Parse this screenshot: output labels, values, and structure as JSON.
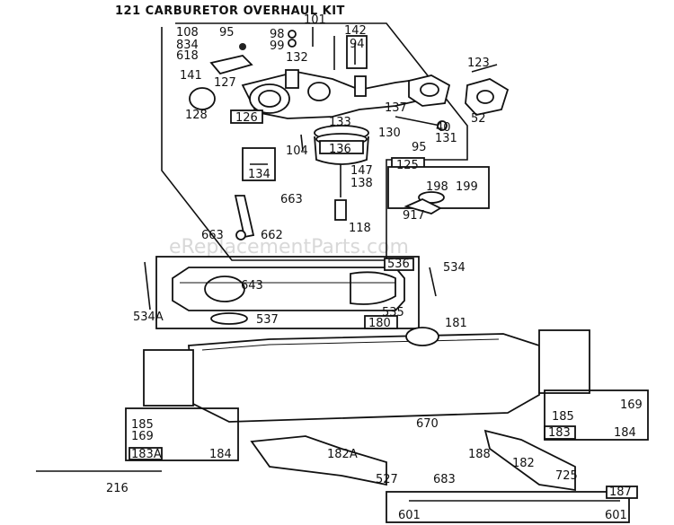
{
  "title": "121 CARBURETOR OVERHAUL KIT",
  "watermark": "eReplacementParts.com",
  "part_labels": {
    "p95": "95",
    "p98": "98",
    "p99": "99",
    "p101": "101",
    "p108": "108",
    "p834": "834",
    "p618": "618",
    "p141": "141",
    "p142": "142",
    "p94": "94",
    "p132": "132",
    "p127": "127",
    "p128": "128",
    "p126": "126",
    "p137": "137",
    "p133": "133",
    "p123": "123",
    "p52": "52",
    "p130": "130",
    "p40": "40",
    "p131": "131",
    "p95b": "95",
    "p104": "104",
    "p136": "136",
    "p125": "125",
    "p134": "134",
    "p147": "147",
    "p138": "138",
    "p198": "198",
    "p199": "199",
    "p663a": "663",
    "p917": "917",
    "p663b": "663",
    "p662": "662",
    "p118": "118",
    "p536": "536",
    "p534": "534",
    "p643": "643",
    "p535": "535",
    "p534A": "534A",
    "p537": "537",
    "p180": "180",
    "p181": "181",
    "p185a": "185",
    "p169a": "169",
    "p183A": "183A",
    "p184a": "184",
    "p182A": "182A",
    "p670": "670",
    "p188": "188",
    "p182": "182",
    "p185b": "185",
    "p169b": "169",
    "p183": "183",
    "p184b": "184",
    "p216": "216",
    "p527": "527",
    "p683": "683",
    "p725": "725",
    "p187": "187",
    "p601a": "601",
    "p601b": "601"
  }
}
